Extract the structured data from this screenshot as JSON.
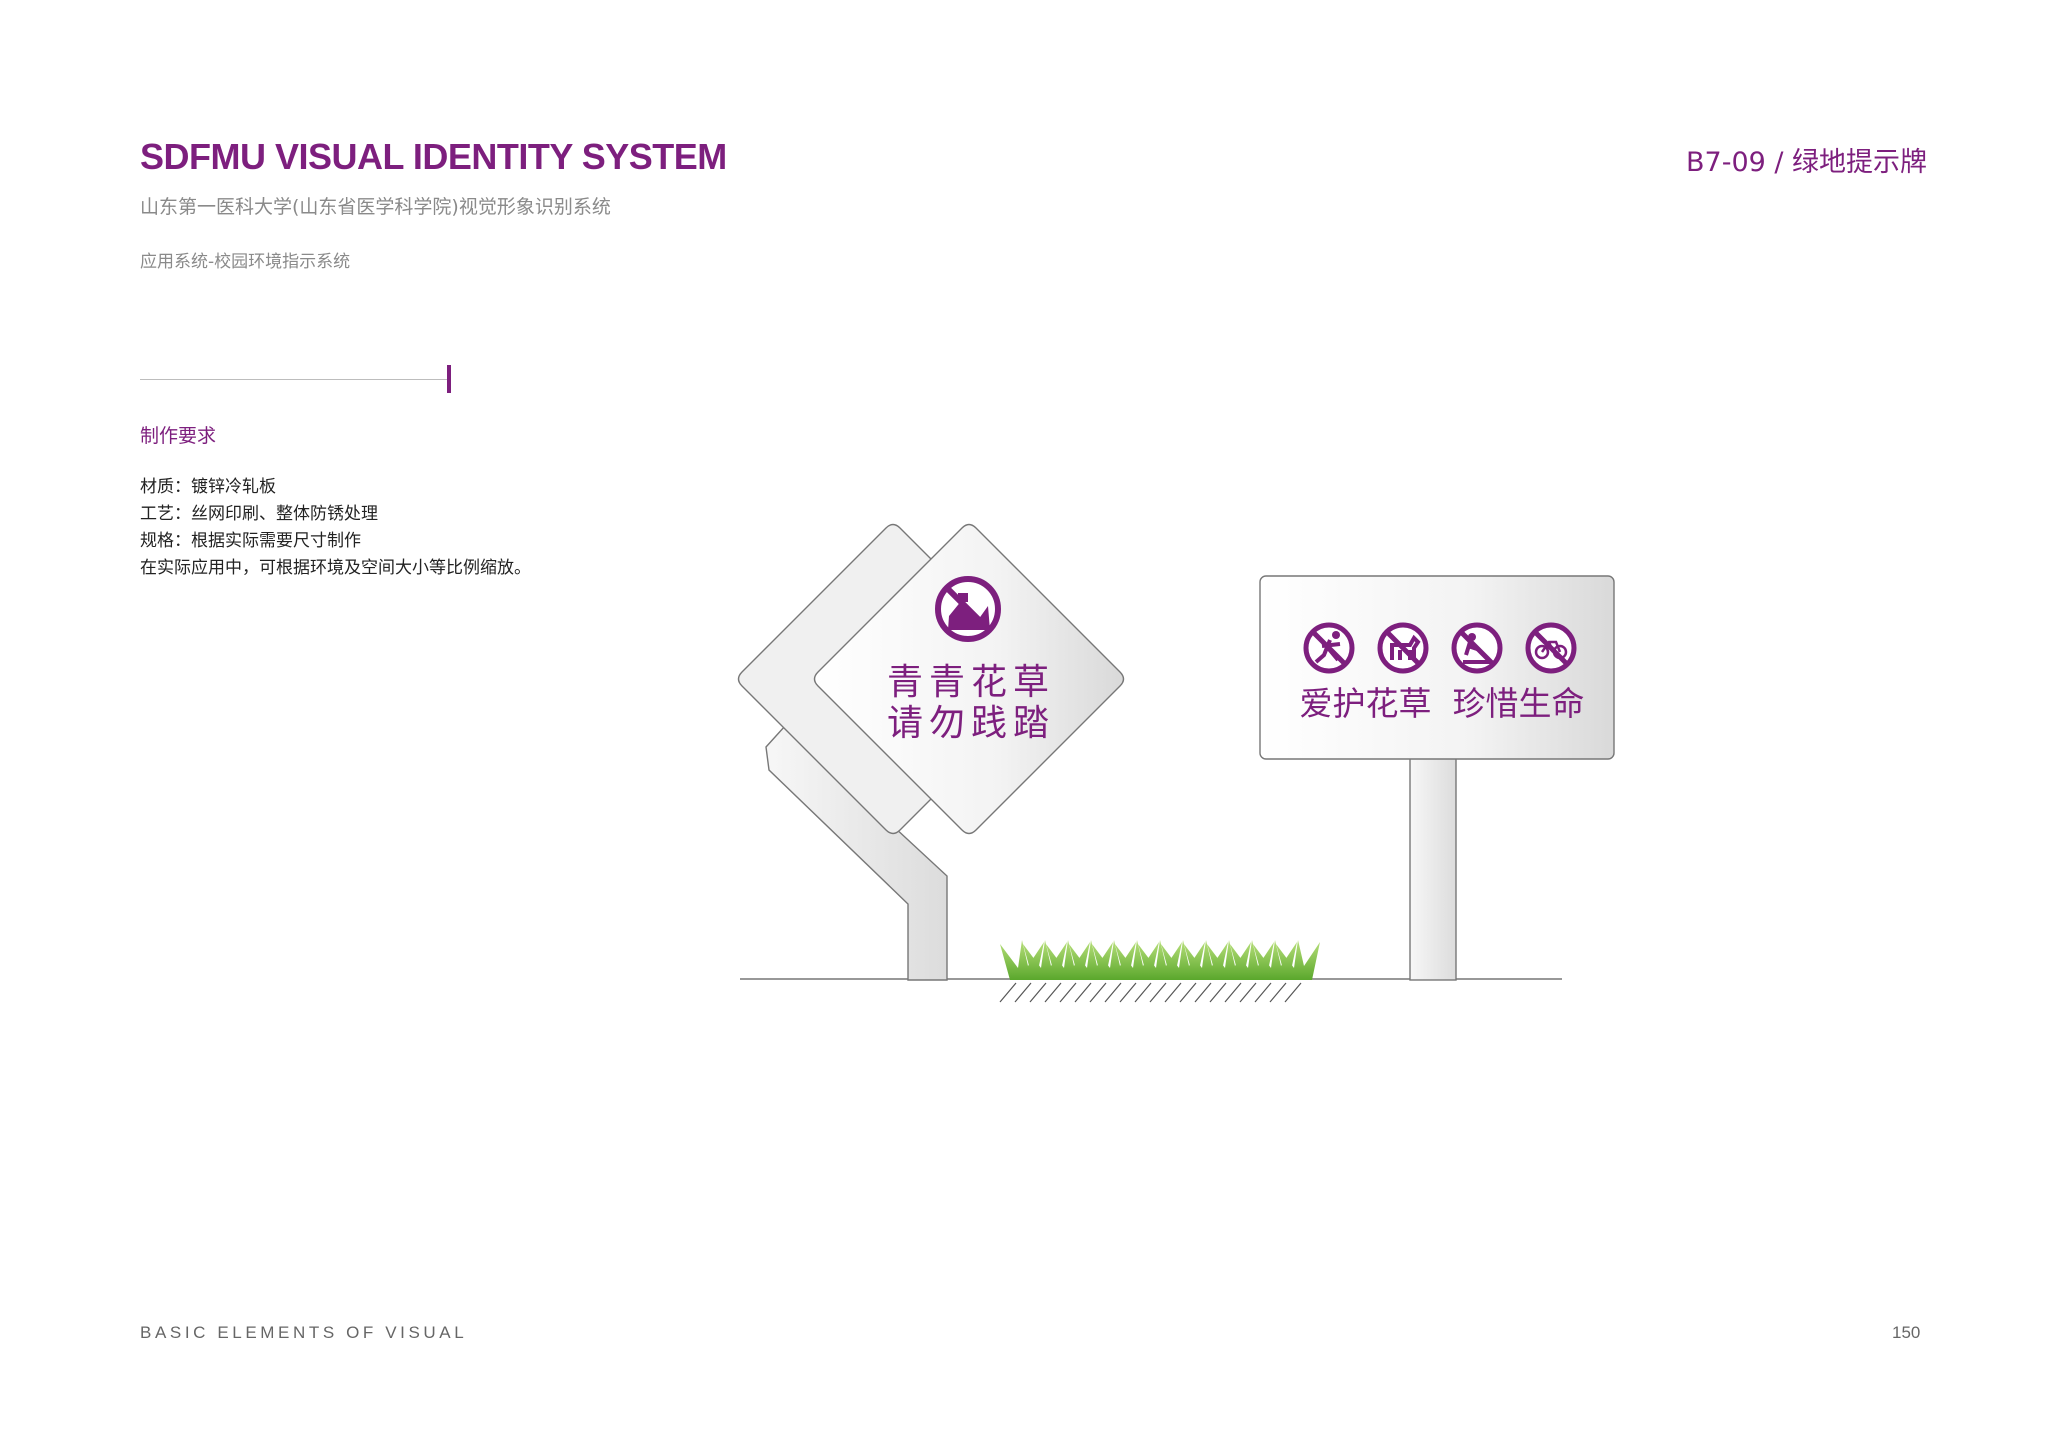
{
  "header": {
    "title": "SDFMU VISUAL IDENTITY SYSTEM",
    "subtitle": "山东第一医科大学(山东省医学科学院)视觉形象识别系统",
    "section": "应用系统-校园环境指示系统",
    "code": "B7-09 / 绿地提示牌"
  },
  "requirements": {
    "heading": "制作要求",
    "items": [
      "材质：镀锌冷轧板",
      "工艺：丝网印刷、整体防锈处理",
      "规格：根据实际需要尺寸制作",
      "在实际应用中，可根据环境及空间大小等比例缩放。"
    ]
  },
  "signs": {
    "diamond_line1": "青青花草",
    "diamond_line2": "请勿践踏",
    "rect_text": "爱护花草  珍惜生命",
    "icons": [
      "no-trampling-icon",
      "no-dogs-icon",
      "no-picking-icon",
      "no-bicycles-icon"
    ]
  },
  "colors": {
    "brand": "#7d1f7e",
    "grass": "#7cc23e"
  },
  "footer": {
    "left": "BASIC ELEMENTS OF VISUAL",
    "page": "150"
  }
}
